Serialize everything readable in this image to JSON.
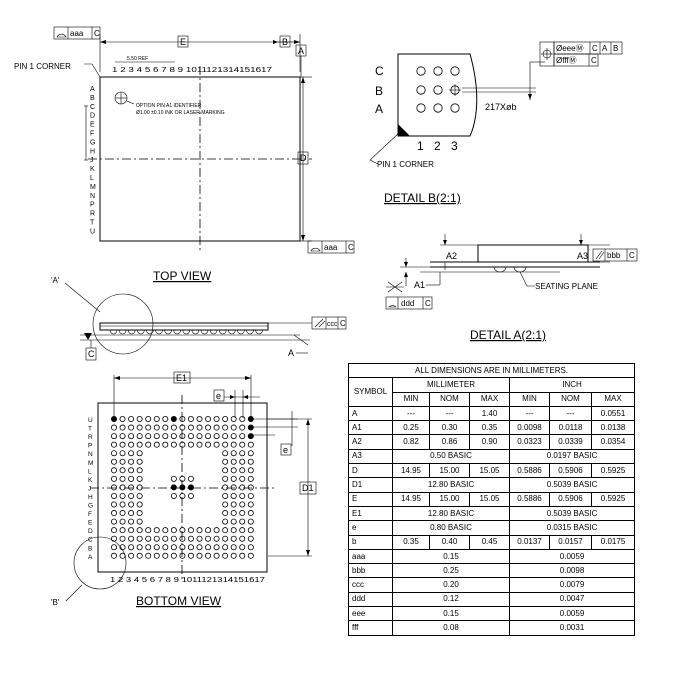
{
  "views": {
    "top_view": "TOP VIEW",
    "bottom_view": "BOTTOM VIEW",
    "detail_a": "DETAIL A(2:1)",
    "detail_b": "DETAIL B(2:1)"
  },
  "top": {
    "pin1_corner": "PIN 1 CORNER",
    "ref_dim": "5.50 REF",
    "option_line1": "OPTION PIN A1 IDENTIFIER",
    "option_line2": "Ø1.00 ±0.10 INK OR LASER MARKING",
    "dim_e": "E",
    "dim_d": "D",
    "datum_b": "B",
    "datum_a": "A",
    "datum_c": "C",
    "flat_tol": "aaa",
    "ccc_tol": "ccc",
    "detail_a_mark": "'A'",
    "detail_b_mark": "'B'",
    "col_numbers": "1 2 3 4 5 6 7 8 9 1011121314151617",
    "row_letters": [
      "A",
      "B",
      "C",
      "D",
      "E",
      "F",
      "G",
      "H",
      "J",
      "K",
      "L",
      "M",
      "N",
      "P",
      "R",
      "T",
      "U"
    ]
  },
  "bottom": {
    "dim_e1": "E1",
    "dim_d1": "D1",
    "dim_e": "e",
    "row_letters_top_down": [
      "U",
      "T",
      "R",
      "P",
      "N",
      "M",
      "L",
      "K",
      "J",
      "H",
      "G",
      "F",
      "E",
      "D",
      "C",
      "B",
      "A"
    ],
    "col_numbers": "1 2 3 4 5 6 7 8 9 1011121314151617"
  },
  "detail_b_view": {
    "rows": [
      "C",
      "B",
      "A"
    ],
    "cols": [
      "1",
      "2",
      "3"
    ],
    "ball_callout": "217Xøb",
    "pin1_corner": "PIN 1 CORNER",
    "tol_line1": [
      "ØeeeⓂ",
      "C",
      "A",
      "B"
    ],
    "tol_line2": [
      "ØfffⓂ",
      "C"
    ]
  },
  "detail_a_view": {
    "a2": "A2",
    "a1": "A1",
    "a3": "A3",
    "bbb": "bbb",
    "ddd": "ddd",
    "datum_c": "C",
    "seating_plane": "SEATING PLANE"
  },
  "table": {
    "title": "ALL DIMENSIONS ARE IN MILLIMETERS.",
    "symbol_header": "SYMBOL",
    "mm_header": "MILLIMETER",
    "inch_header": "INCH",
    "sub_headers": [
      "MIN",
      "NOM",
      "MAX",
      "MIN",
      "NOM",
      "MAX"
    ],
    "rows": [
      {
        "sym": "A",
        "cells": [
          "---",
          "---",
          "1.40",
          "---",
          "---",
          "0.0551"
        ]
      },
      {
        "sym": "A1",
        "cells": [
          "0.25",
          "0.30",
          "0.35",
          "0.0098",
          "0.0118",
          "0.0138"
        ]
      },
      {
        "sym": "A2",
        "cells": [
          "0.82",
          "0.86",
          "0.90",
          "0.0323",
          "0.0339",
          "0.0354"
        ]
      },
      {
        "sym": "A3",
        "mm": "0.50  BASIC",
        "inch": "0.0197  BASIC"
      },
      {
        "sym": "D",
        "cells": [
          "14.95",
          "15.00",
          "15.05",
          "0.5886",
          "0.5906",
          "0.5925"
        ]
      },
      {
        "sym": "D1",
        "mm": "12.80  BASIC",
        "inch": "0.5039  BASIC"
      },
      {
        "sym": "E",
        "cells": [
          "14.95",
          "15.00",
          "15.05",
          "0.5886",
          "0.5906",
          "0.5925"
        ]
      },
      {
        "sym": "E1",
        "mm": "12.80  BASIC",
        "inch": "0.5039  BASIC"
      },
      {
        "sym": "e",
        "mm": "0.80  BASIC",
        "inch": "0.0315  BASIC"
      },
      {
        "sym": "b",
        "cells": [
          "0.35",
          "0.40",
          "0.45",
          "0.0137",
          "0.0157",
          "0.0175"
        ]
      },
      {
        "sym": "aaa",
        "mm": "0.15",
        "inch": "0.0059"
      },
      {
        "sym": "bbb",
        "mm": "0.25",
        "inch": "0.0098"
      },
      {
        "sym": "ccc",
        "mm": "0.20",
        "inch": "0.0079"
      },
      {
        "sym": "ddd",
        "mm": "0.12",
        "inch": "0.0047"
      },
      {
        "sym": "eee",
        "mm": "0.15",
        "inch": "0.0059"
      },
      {
        "sym": "fff",
        "mm": "0.08",
        "inch": "0.0031"
      }
    ]
  }
}
